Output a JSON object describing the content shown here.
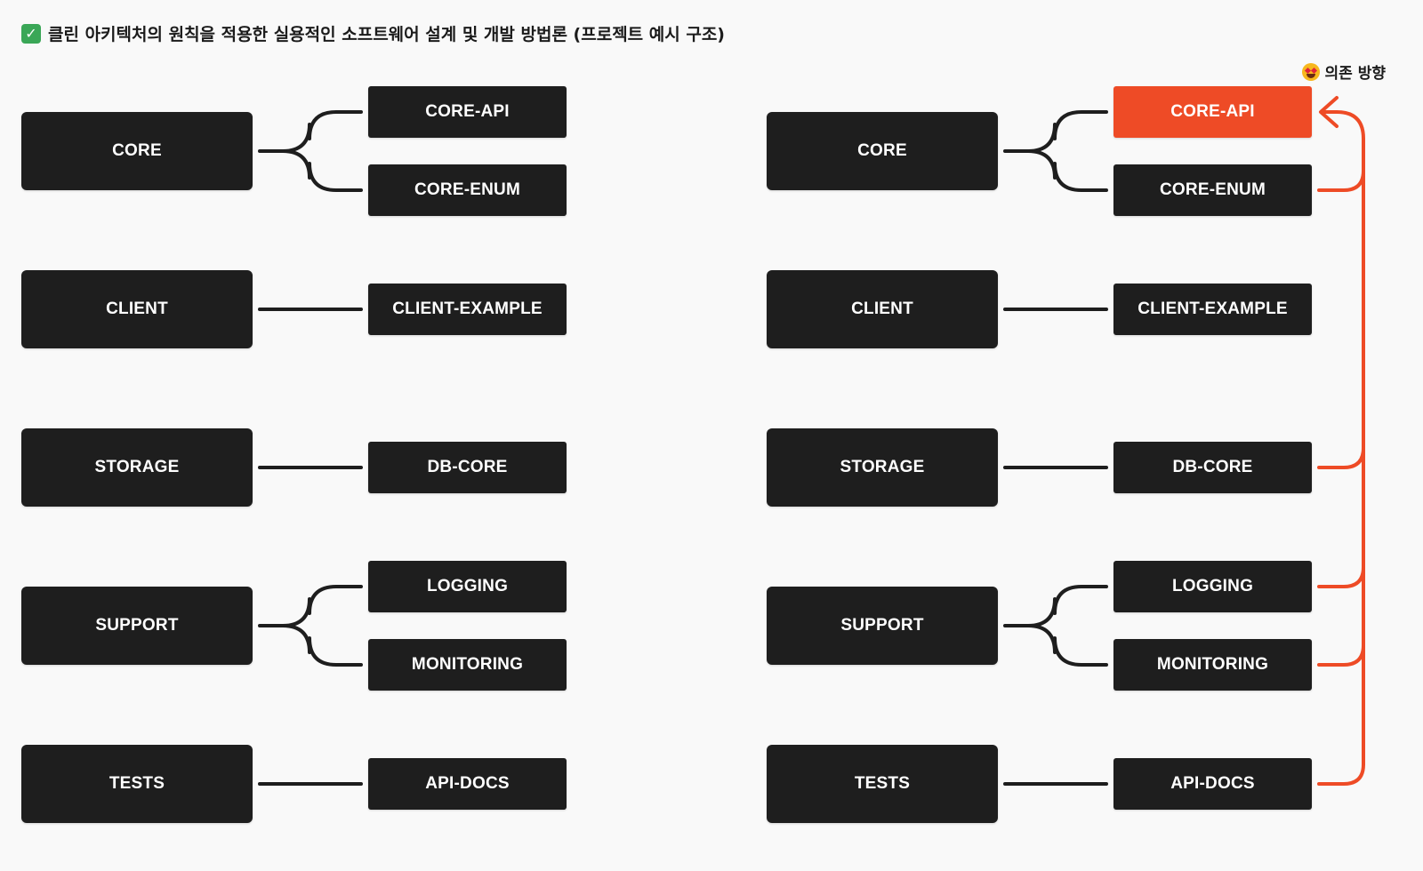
{
  "title": "클린 아키텍처의 원칙을 적용한 실용적인 소프트웨어 설계 및 개발 방법론 (프로젝트 예시 구조)",
  "legend": {
    "label": "의존 방향"
  },
  "colors": {
    "box": "#1e1e1e",
    "highlight": "#ee4b26",
    "line": "#1e1e1e",
    "arrow": "#ee4b26"
  },
  "diagrams": [
    {
      "groups": [
        {
          "parent": "CORE",
          "children": [
            "CORE-API",
            "CORE-ENUM"
          ]
        },
        {
          "parent": "CLIENT",
          "children": [
            "CLIENT-EXAMPLE"
          ]
        },
        {
          "parent": "STORAGE",
          "children": [
            "DB-CORE"
          ]
        },
        {
          "parent": "SUPPORT",
          "children": [
            "LOGGING",
            "MONITORING"
          ]
        },
        {
          "parent": "TESTS",
          "children": [
            "API-DOCS"
          ]
        }
      ]
    },
    {
      "groups": [
        {
          "parent": "CORE",
          "children": [
            "CORE-API",
            "CORE-ENUM"
          ]
        },
        {
          "parent": "CLIENT",
          "children": [
            "CLIENT-EXAMPLE"
          ]
        },
        {
          "parent": "STORAGE",
          "children": [
            "DB-CORE"
          ]
        },
        {
          "parent": "SUPPORT",
          "children": [
            "LOGGING",
            "MONITORING"
          ]
        },
        {
          "parent": "TESTS",
          "children": [
            "API-DOCS"
          ]
        }
      ],
      "highlighted_module": "CORE-API",
      "dependency_sources": [
        "CORE-ENUM",
        "DB-CORE",
        "LOGGING",
        "MONITORING",
        "API-DOCS"
      ],
      "dependency_target": "CORE-API"
    }
  ]
}
